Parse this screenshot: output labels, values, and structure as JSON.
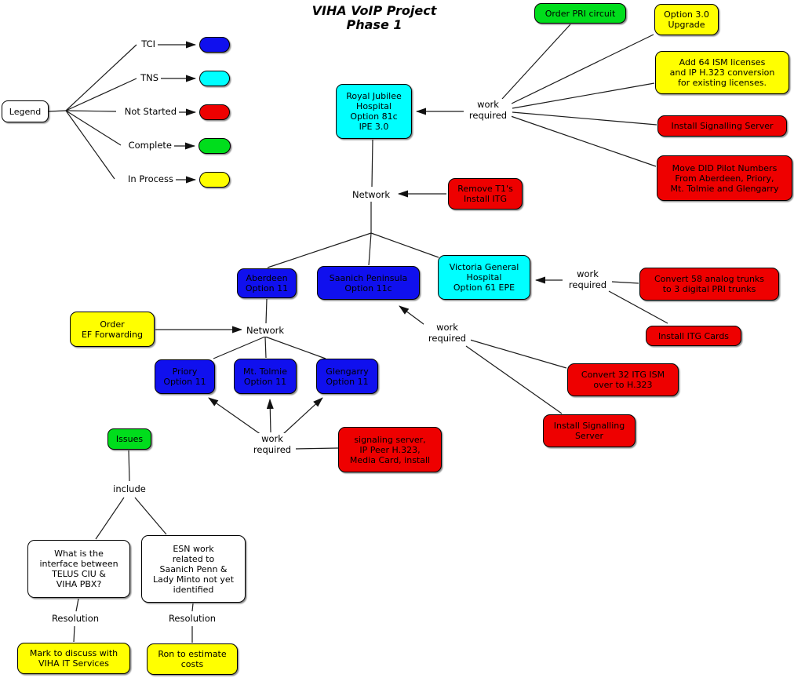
{
  "title": {
    "line1": "VIHA VoIP Project",
    "line2": "Phase 1"
  },
  "legend": {
    "label": "Legend",
    "items": [
      {
        "label": "TCI",
        "color": "#1010ee"
      },
      {
        "label": "TNS",
        "color": "#00ffff"
      },
      {
        "label": "Not Started",
        "color": "#ee0000"
      },
      {
        "label": "Complete",
        "color": "#00dd1c"
      },
      {
        "label": "In Process",
        "color": "#ffff00"
      }
    ]
  },
  "shared": {
    "work_required": "work\nrequired",
    "network": "Network",
    "include": "include",
    "resolution": "Resolution"
  },
  "nodes": {
    "royal_jubilee": {
      "label": "Royal Jubilee\nHospital\nOption 81c\nIPE 3.0",
      "color": "#00ffff"
    },
    "order_pri": {
      "label": "Order PRI circuit",
      "color": "#00dd1c"
    },
    "option_upgrade": {
      "label": "Option 3.0\nUpgrade",
      "color": "#ffff00"
    },
    "add64": {
      "label": "Add 64 ISM licenses\nand IP H.323 conversion\nfor existing licenses.",
      "color": "#ffff00"
    },
    "install_ss_top": {
      "label": "Install Signalling Server",
      "color": "#ee0000"
    },
    "move_did": {
      "label": "Move DID Pilot Numbers\nFrom Aberdeen, Priory,\nMt. Tolmie and Glengarry",
      "color": "#ee0000"
    },
    "remove_t1": {
      "label": "Remove T1's\nInstall ITG",
      "color": "#ee0000"
    },
    "aberdeen": {
      "label": "Aberdeen\nOption 11",
      "color": "#1010ee"
    },
    "saanich": {
      "label": "Saanich Peninsula\nOption 11c",
      "color": "#1010ee"
    },
    "victoria_general": {
      "label": "Victoria General\nHospital\nOption 61 EPE",
      "color": "#00ffff"
    },
    "convert58": {
      "label": "Convert 58 analog trunks\nto 3 digital PRI trunks",
      "color": "#ee0000"
    },
    "install_itg": {
      "label": "Install ITG Cards",
      "color": "#ee0000"
    },
    "order_ef": {
      "label": "Order\nEF Forwarding",
      "color": "#ffff00"
    },
    "priory": {
      "label": "Priory\nOption 11",
      "color": "#1010ee"
    },
    "mt_tolmie": {
      "label": "Mt. Tolmie\nOption 11",
      "color": "#1010ee"
    },
    "glengarry": {
      "label": "Glengarry\nOption 11",
      "color": "#1010ee"
    },
    "convert32": {
      "label": "Convert 32 ITG ISM\nover to H.323",
      "color": "#ee0000"
    },
    "install_ss_mid": {
      "label": "Install Signalling\nServer",
      "color": "#ee0000"
    },
    "signaling": {
      "label": "signaling server,\nIP Peer H.323,\nMedia Card, install",
      "color": "#ee0000"
    },
    "issues": {
      "label": "Issues",
      "color": "#00dd1c"
    },
    "q_telus": {
      "label": "What is the\ninterface between\nTELUS CIU &\nVIHA PBX?",
      "color": "#ffffff"
    },
    "q_esn": {
      "label": "ESN work\nrelated to\nSaanich Penn &\nLady Minto not yet\nidentified",
      "color": "#ffffff"
    },
    "mark_discuss": {
      "label": "Mark to discuss with\nVIHA IT Services",
      "color": "#ffff00"
    },
    "ron_estimate": {
      "label": "Ron to estimate\ncosts",
      "color": "#ffff00"
    }
  }
}
